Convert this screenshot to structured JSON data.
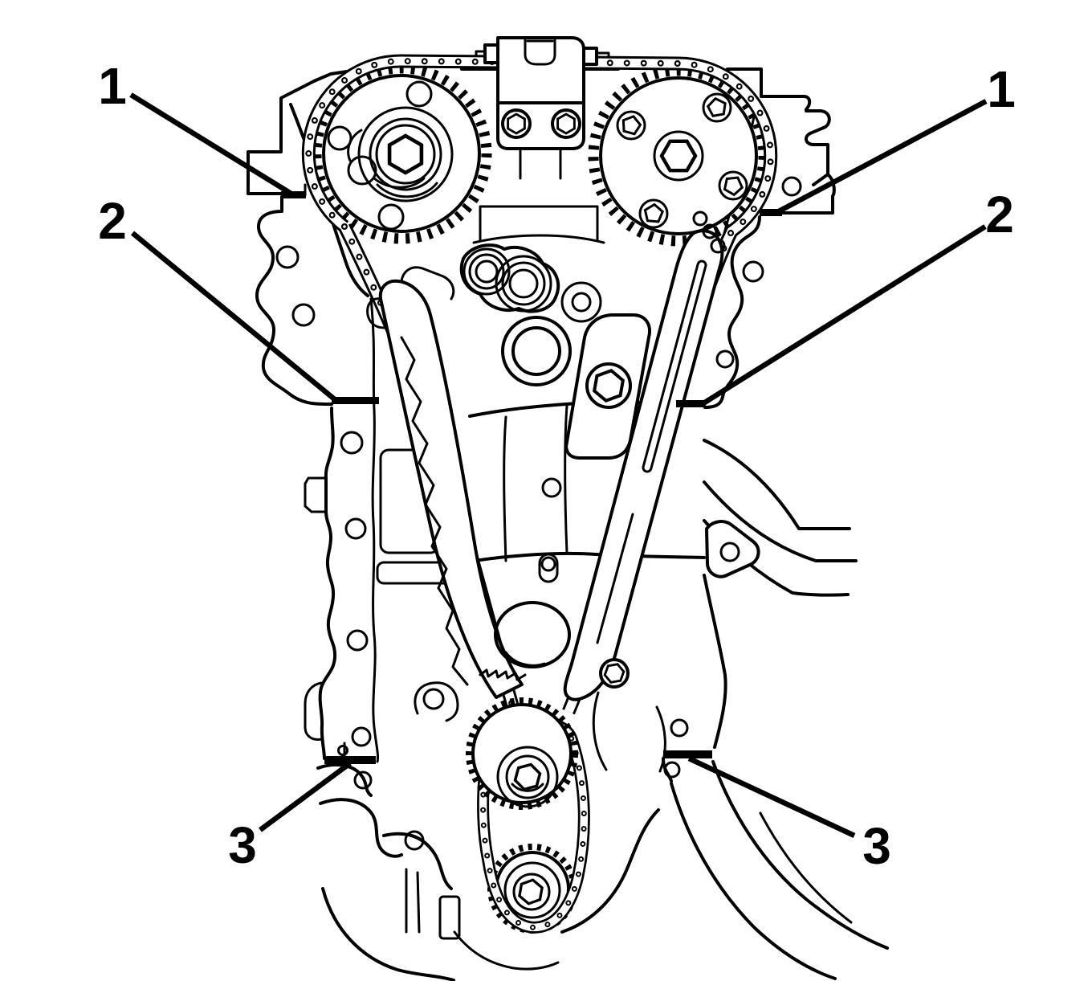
{
  "figure": {
    "background": "#ffffff",
    "line_color": "#000000",
    "callouts": [
      {
        "id": "callout-1-left",
        "label": "1"
      },
      {
        "id": "callout-1-right",
        "label": "1"
      },
      {
        "id": "callout-2-left",
        "label": "2"
      },
      {
        "id": "callout-2-right",
        "label": "2"
      },
      {
        "id": "callout-3-left",
        "label": "3"
      },
      {
        "id": "callout-3-right",
        "label": "3"
      }
    ]
  }
}
